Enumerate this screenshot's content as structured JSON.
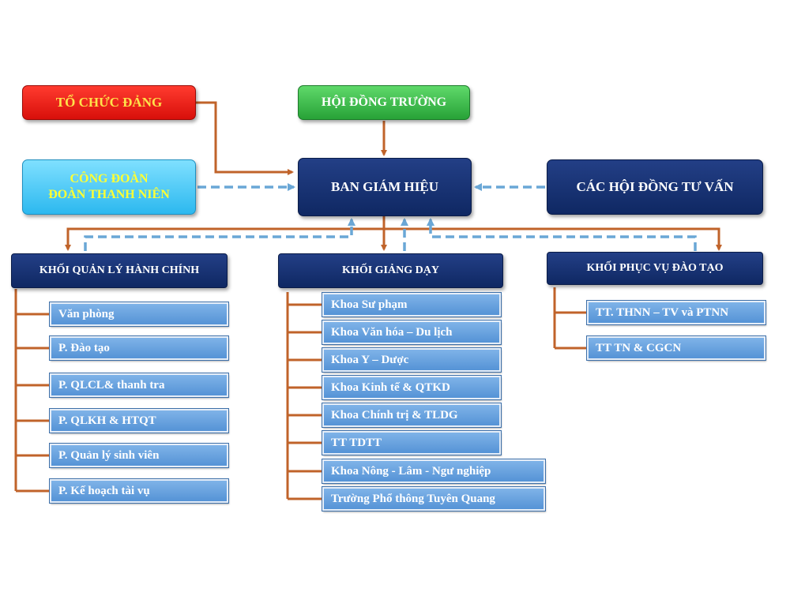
{
  "top": {
    "to_chuc_dang": "TỔ CHỨC ĐẢNG",
    "hoi_dong_truong": "HỘI ĐỒNG TRƯỜNG",
    "cong_doan": "CÔNG ĐOÀN",
    "doan_thanh_nien": "ĐOÀN THANH NIÊN",
    "ban_giam_hieu": "BAN GIÁM HIỆU",
    "cac_hoi_dong_tu_van": "CÁC HỘI ĐỒNG TƯ VẤN"
  },
  "blocks": [
    {
      "title": "KHỐI QUẢN LÝ HÀNH CHÍNH",
      "units": [
        "Văn phòng",
        "P. Đào tạo",
        "P. QLCL& thanh tra",
        "P. QLKH & HTQT",
        "P. Quản lý sinh viên",
        "P. Kế hoạch tài vụ"
      ]
    },
    {
      "title": "KHỐI GIẢNG DẠY",
      "units": [
        "Khoa Sư phạm",
        "Khoa Văn hóa – Du lịch",
        "Khoa Y – Dược",
        "Khoa Kinh tế & QTKD",
        "Khoa Chính trị & TLDG",
        "TT TDTT",
        "Khoa Nông - Lâm - Ngư nghiệp",
        "Trường Phổ thông Tuyên Quang"
      ]
    },
    {
      "title": "KHỐI PHỤC VỤ ĐÀO TẠO",
      "units": [
        "TT. THNN – TV và PTNN",
        "TT TN & CGCN"
      ]
    }
  ],
  "colors": {
    "solid_arrow": "#c0632a",
    "dashed_arrow": "#6aa7d6"
  }
}
